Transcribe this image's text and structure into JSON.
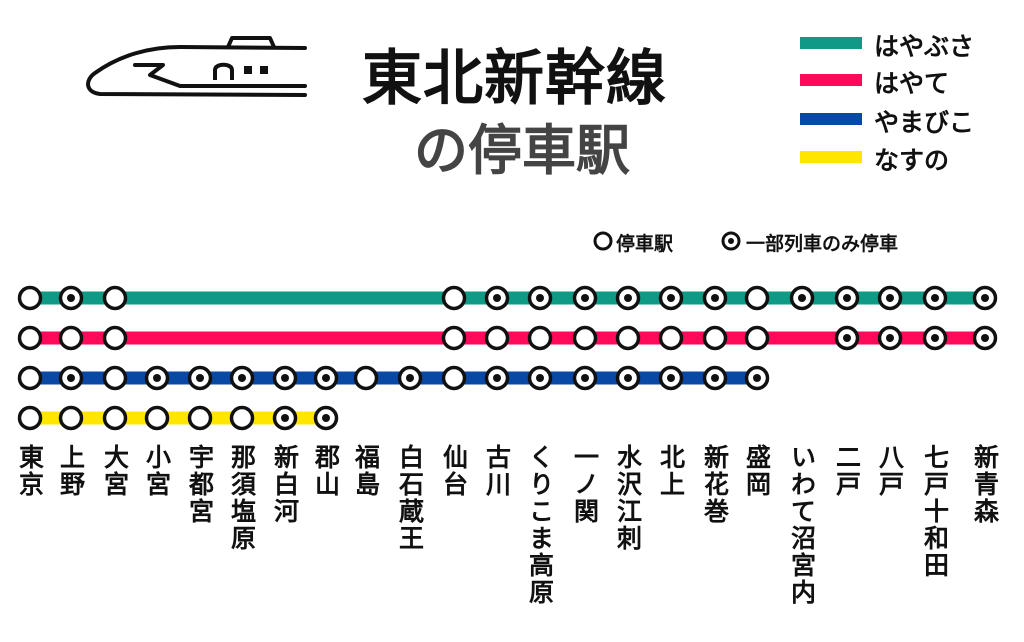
{
  "title": "東北新幹線",
  "subtitle": "の停車駅",
  "legend": [
    {
      "label": "はやぶさ",
      "color": "#0e9a84"
    },
    {
      "label": "はやて",
      "color": "#ff0a5a"
    },
    {
      "label": "やまびこ",
      "color": "#0a48a6"
    },
    {
      "label": "なすの",
      "color": "#ffe600"
    }
  ],
  "stop_legend": {
    "all": "停車駅",
    "some": "一部列車のみ停車"
  },
  "stations": [
    "東京",
    "上野",
    "大宮",
    "小宮",
    "宇都宮",
    "那須塩原",
    "新白河",
    "郡山",
    "福島",
    "白石蔵王",
    "仙台",
    "古川",
    "くりこま高原",
    "一ノ関",
    "水沢江刺",
    "北上",
    "新花巻",
    "盛岡",
    "いわて沼宮内",
    "二戸",
    "八戸",
    "七戸十和田",
    "新青森"
  ],
  "services": [
    {
      "name": "はやぶさ",
      "stops": [
        "o",
        "d",
        "o",
        null,
        null,
        null,
        null,
        null,
        null,
        null,
        "o",
        "d",
        "d",
        "d",
        "d",
        "d",
        "d",
        "o",
        "d",
        "d",
        "d",
        "d",
        "d"
      ]
    },
    {
      "name": "はやて",
      "stops": [
        "o",
        "o",
        "o",
        null,
        null,
        null,
        null,
        null,
        null,
        null,
        "o",
        "o",
        "o",
        "o",
        "o",
        "o",
        "o",
        "o",
        null,
        "d",
        "d",
        "d",
        "d"
      ]
    },
    {
      "name": "やまびこ",
      "stops": [
        "o",
        "d",
        "o",
        "d",
        "d",
        "d",
        "d",
        "d",
        "o",
        "d",
        "o",
        "d",
        "d",
        "d",
        "d",
        "d",
        "d",
        "d",
        null,
        null,
        null,
        null,
        null
      ]
    },
    {
      "name": "なすの",
      "stops": [
        "o",
        "o",
        "o",
        "o",
        "o",
        "o",
        "d",
        "d",
        null,
        null,
        null,
        null,
        null,
        null,
        null,
        null,
        null,
        null,
        null,
        null,
        null,
        null,
        null
      ]
    }
  ]
}
